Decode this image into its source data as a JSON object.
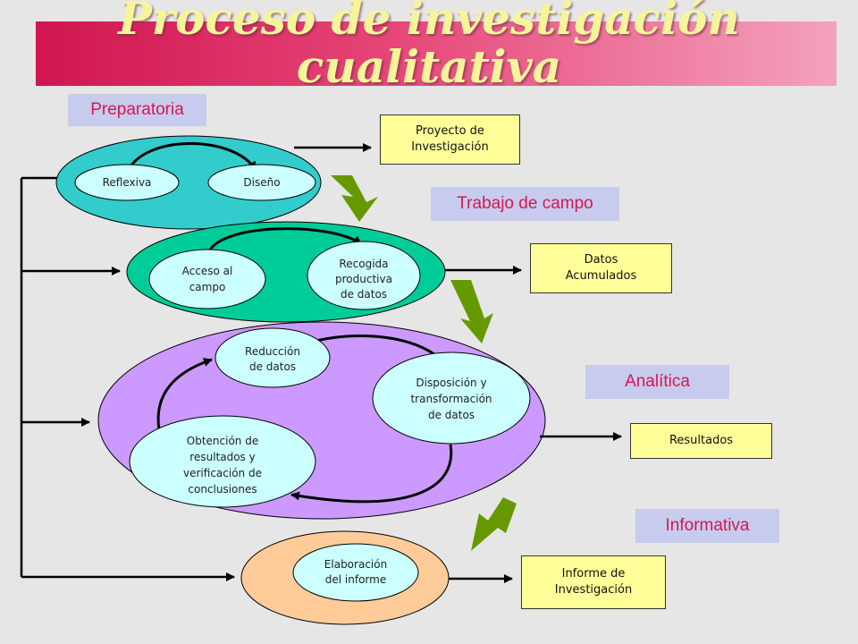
{
  "title": "Proceso de investigación cualitativa",
  "phases": {
    "preparatoria": "Preparatoria",
    "trabajo_campo": "Trabajo de campo",
    "analitica": "Analítica",
    "informativa": "Informativa"
  },
  "outputs": {
    "proyecto": "Proyecto de\nInvestigación",
    "datos": "Datos\nAcumulados",
    "resultados": "Resultados",
    "informe": "Informe de\nInvestigación"
  },
  "nodes": {
    "reflexiva": "Reflexiva",
    "diseno": "Diseño",
    "acceso": [
      "Acceso al",
      "campo"
    ],
    "recogida": [
      "Recogida",
      "productiva",
      "de datos"
    ],
    "reduccion": [
      "Reducción",
      "de datos"
    ],
    "disposicion": [
      "Disposición y",
      "transformación",
      "de datos"
    ],
    "obtencion": [
      "Obtención de",
      "resultados y",
      "verificación de",
      "conclusiones"
    ],
    "elaboracion": [
      "Elaboración",
      "del informe"
    ]
  },
  "colors": {
    "preparatoria_stage": "#33cccc",
    "trabajo_stage": "#00cc99",
    "analitica_stage": "#cc99ff",
    "informativa_stage": "#ffcc99",
    "inner_node": "#ccffff",
    "transition_arrow": "#669900",
    "phase_text": "#d8174f"
  }
}
